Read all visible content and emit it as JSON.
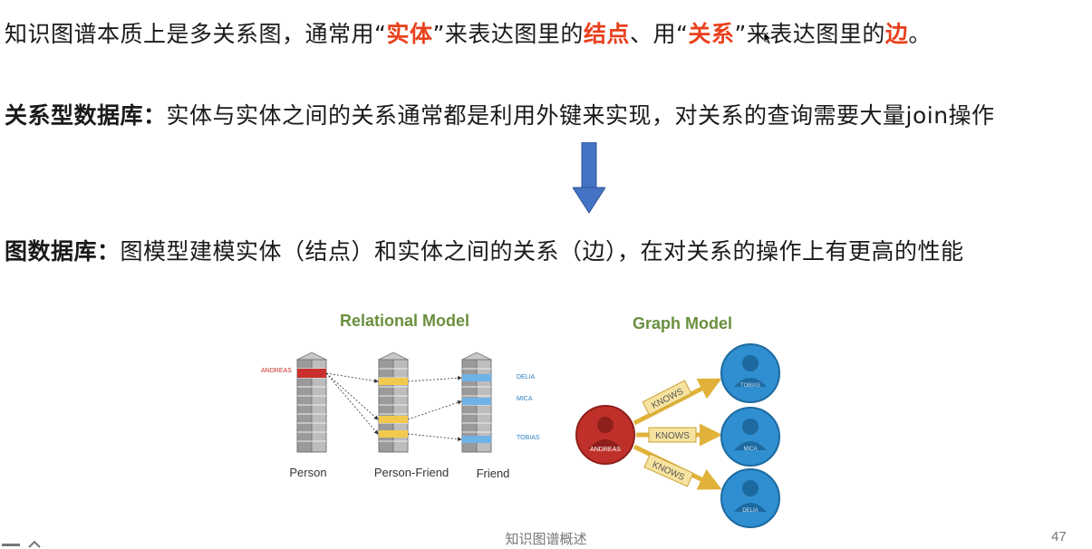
{
  "line1": {
    "p1": "知识图谱本质上是多关系图，通常用“",
    "entity": "实体",
    "p2": "”来表达图里的",
    "node": "结点",
    "p3": "、用“",
    "relation": "关系",
    "p4": "”来表达图里的",
    "edge": "边",
    "p5": "。"
  },
  "line2": {
    "label": "关系型数据库：",
    "text": "实体与实体之间的关系通常都是利用外键来实现，对关系的查询需要大量join操作"
  },
  "line3": {
    "label": "图数据库：",
    "text": "图模型建模实体（结点）和实体之间的关系（边），在对关系的操作上有更高的性能"
  },
  "figure": {
    "relational": {
      "title": "Relational Model",
      "table_labels": [
        "Person",
        "Person-Friend",
        "Friend"
      ],
      "row_labels": {
        "andreas": "ANDREAS",
        "delia": "DELIA",
        "mica": "MICA",
        "tobias": "TOBIAS"
      }
    },
    "graph": {
      "title": "Graph Model",
      "center_node": "ANDREAS",
      "edge_labels": [
        "KNOWS",
        "KNOWS",
        "KNOWS"
      ],
      "nodes": [
        "TOBIAS",
        "MICA",
        "DELIA"
      ]
    }
  },
  "footer": {
    "title": "知识图谱概述",
    "page": "47"
  },
  "colors": {
    "highlight": "#e8411c",
    "arrow": "#4472c4",
    "relational_title": "#6a8f3e",
    "graph_node": "#2f8fd0",
    "center_node": "#c0302a",
    "edge": "#e0b23a"
  }
}
